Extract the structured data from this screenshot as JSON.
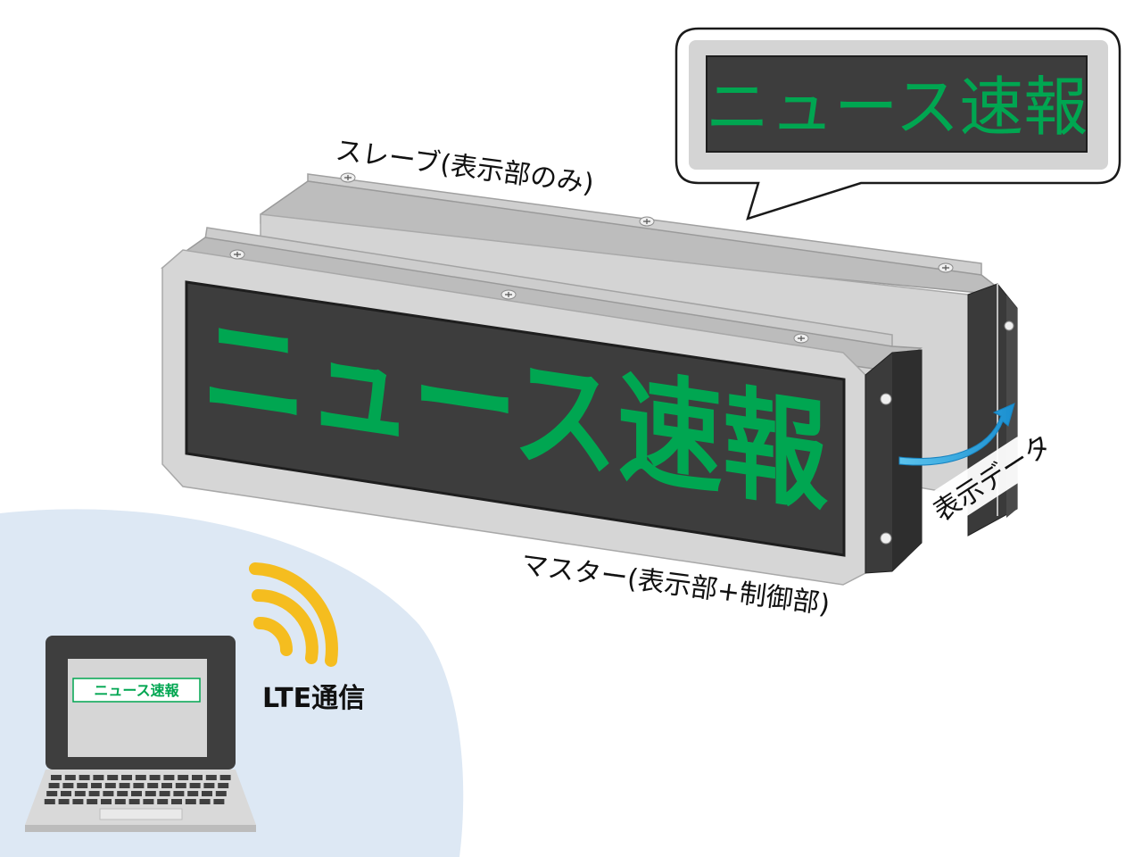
{
  "display_text": "ニュース速報",
  "labels": {
    "slave": "スレーブ(表示部のみ)",
    "master": "マスター(表示部+制御部)",
    "display_data": "表示データ",
    "lte": "LTE通信"
  },
  "colors": {
    "led_green": "#00a651",
    "panel_dark": "#3d3d3d",
    "frame_light": "#d3d3d3",
    "area_blue": "#dde8f4",
    "signal_yellow": "#f5bd1f",
    "arrow_blue": "#2aa6dd"
  }
}
